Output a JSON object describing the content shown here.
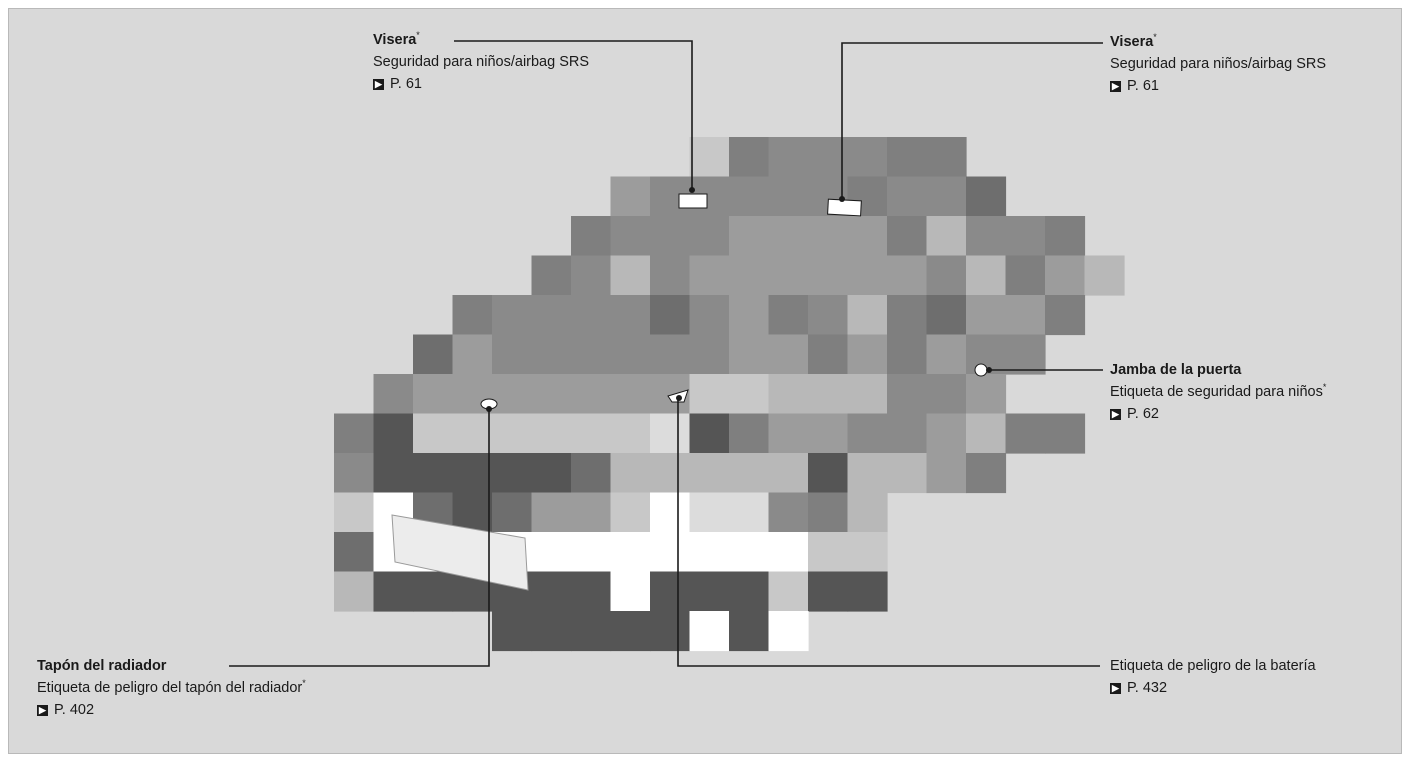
{
  "colors": {
    "background": "#d9d9d9",
    "text": "#1a1a1a",
    "leader_line": "#1a1a1a"
  },
  "callouts": {
    "sun_visor_left": {
      "title": "Visera",
      "title_mark": "*",
      "description": "Seguridad para niños/airbag SRS",
      "page_ref": "P. 61",
      "ref_icon": "arrow-right-box-icon"
    },
    "sun_visor_right": {
      "title": "Visera",
      "title_mark": "*",
      "description": "Seguridad para niños/airbag SRS",
      "page_ref": "P. 61",
      "ref_icon": "arrow-right-box-icon"
    },
    "door_jamb": {
      "title": "Jamba de la puerta",
      "description": "Etiqueta de seguridad para niños",
      "description_mark": "*",
      "page_ref": "P. 62",
      "ref_icon": "arrow-right-box-icon"
    },
    "radiator_cap": {
      "title": "Tapón del radiador",
      "description": "Etiqueta de peligro del tapón del radiador",
      "description_mark": "*",
      "page_ref": "P. 402",
      "ref_icon": "arrow-right-box-icon"
    },
    "battery": {
      "description": "Etiqueta de peligro de la batería",
      "page_ref": "P. 432",
      "ref_icon": "arrow-right-box-icon"
    }
  }
}
